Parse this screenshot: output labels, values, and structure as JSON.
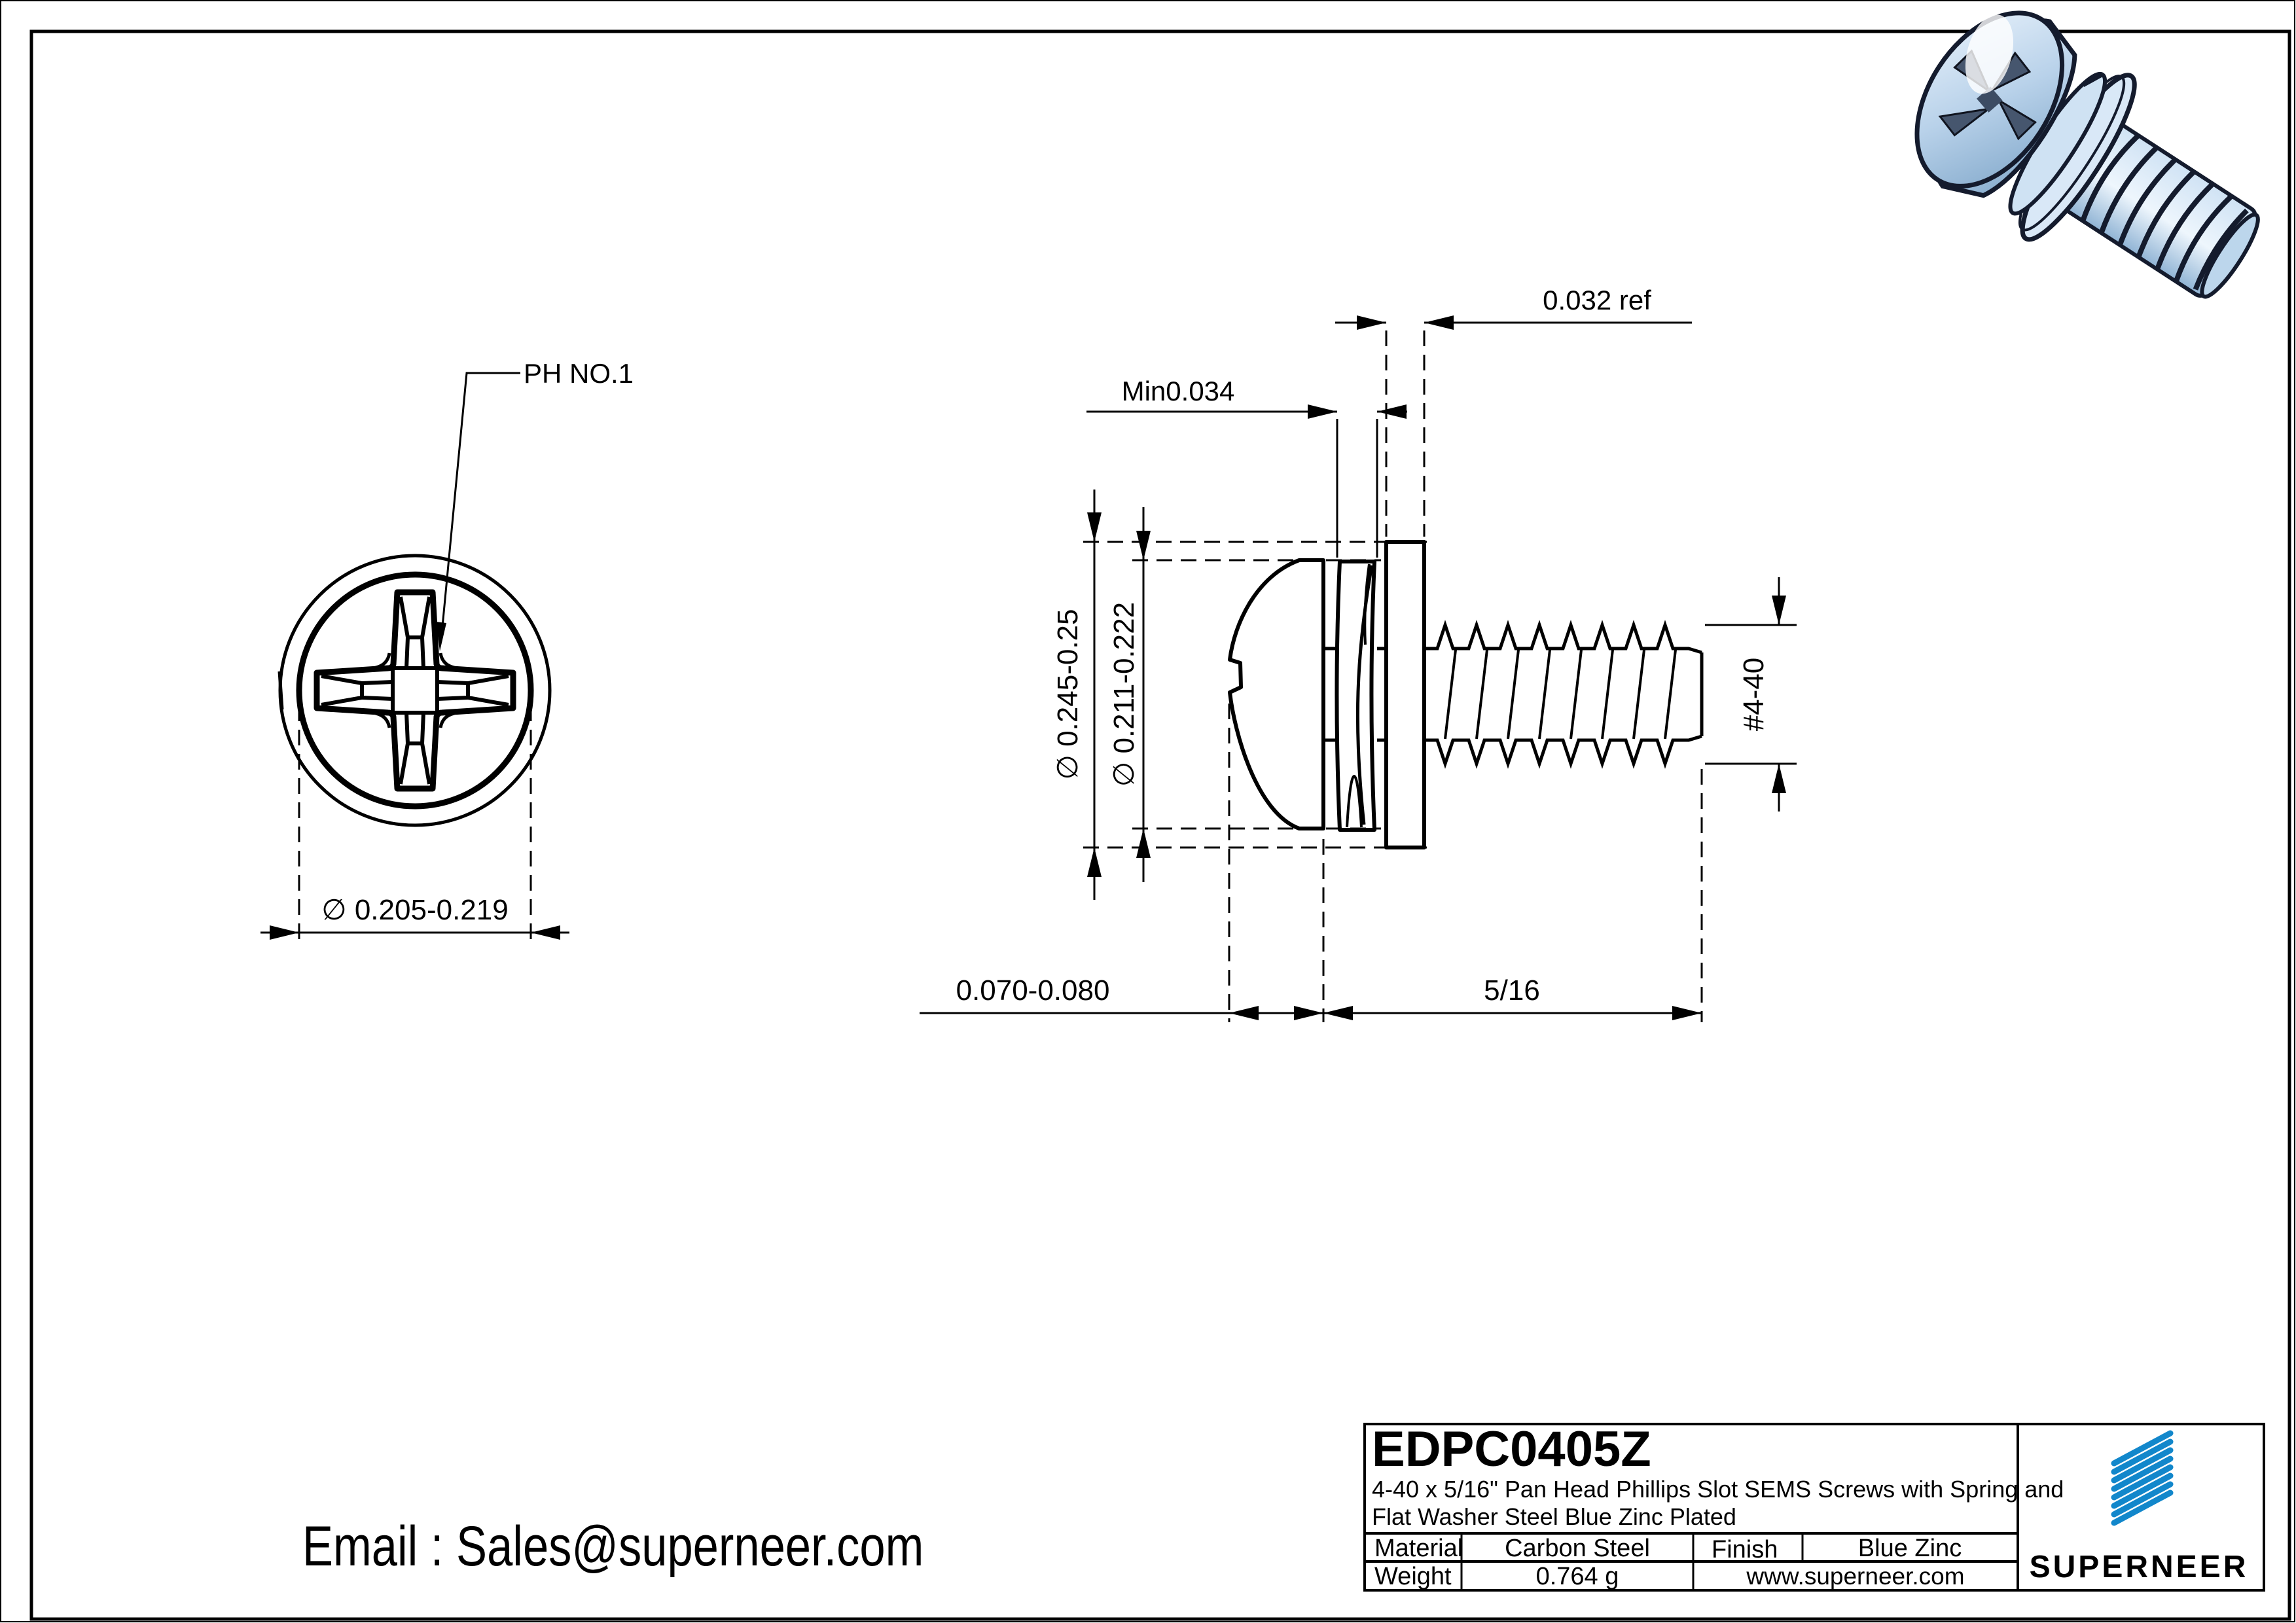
{
  "front_view": {
    "ph_label": "PH NO.1",
    "head_diameter_dim": "∅ 0.205-0.219"
  },
  "side_view": {
    "washer_thickness_dim": "0.032 ref",
    "spring_washer_min_dim": "Min0.034",
    "washer_od_dim": "∅ 0.245-0.25",
    "head_od_dim": "∅ 0.211-0.222",
    "thread_size_dim": "#4-40",
    "head_height_dim": "0.070-0.080",
    "thread_length_dim": "5/16"
  },
  "title_block": {
    "part_number": "EDPC0405Z",
    "description_line1": "4-40 x 5/16\" Pan Head Phillips Slot SEMS Screws with Spring and",
    "description_line2": "Flat Washer Steel Blue Zinc Plated",
    "material_label": "Material",
    "material_value": "Carbon Steel",
    "finish_label": "Finish",
    "finish_value": "Blue Zinc",
    "weight_label": "Weight",
    "weight_value": "0.764 g",
    "website": "www.superneer.com",
    "brand": "SUPERNEER"
  },
  "footer": {
    "email": "Email : Sales@superneer.com"
  },
  "colors": {
    "line_black": "#000000",
    "brand_blue": "#1287CB",
    "link_blue": "#2289CE",
    "render_light_blue": "#d9e8f7",
    "render_mid_blue": "#a9c7e3",
    "render_dark_outline": "#141b2d"
  }
}
